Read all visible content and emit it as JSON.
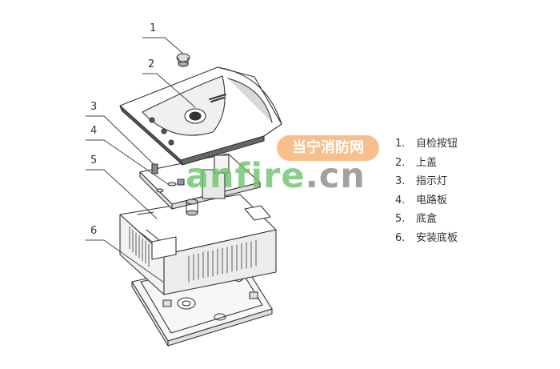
{
  "callouts": [
    "1",
    "2",
    "3",
    "4",
    "5",
    "6"
  ],
  "legend": [
    {
      "num": "1.",
      "label": "自检按钮"
    },
    {
      "num": "2.",
      "label": "上盖"
    },
    {
      "num": "3.",
      "label": "指示灯"
    },
    {
      "num": "4.",
      "label": "电路板"
    },
    {
      "num": "5.",
      "label": "底盒"
    },
    {
      "num": "6.",
      "label": "安装底板"
    }
  ],
  "watermark": {
    "cn": "当宁消防网",
    "en_a": "anfire",
    "en_b": ".cn",
    "colors": {
      "green": "#6cc46a",
      "orange": "#f19a3a",
      "gray": "#8a8a8a",
      "badge": "#f7b47a"
    }
  }
}
